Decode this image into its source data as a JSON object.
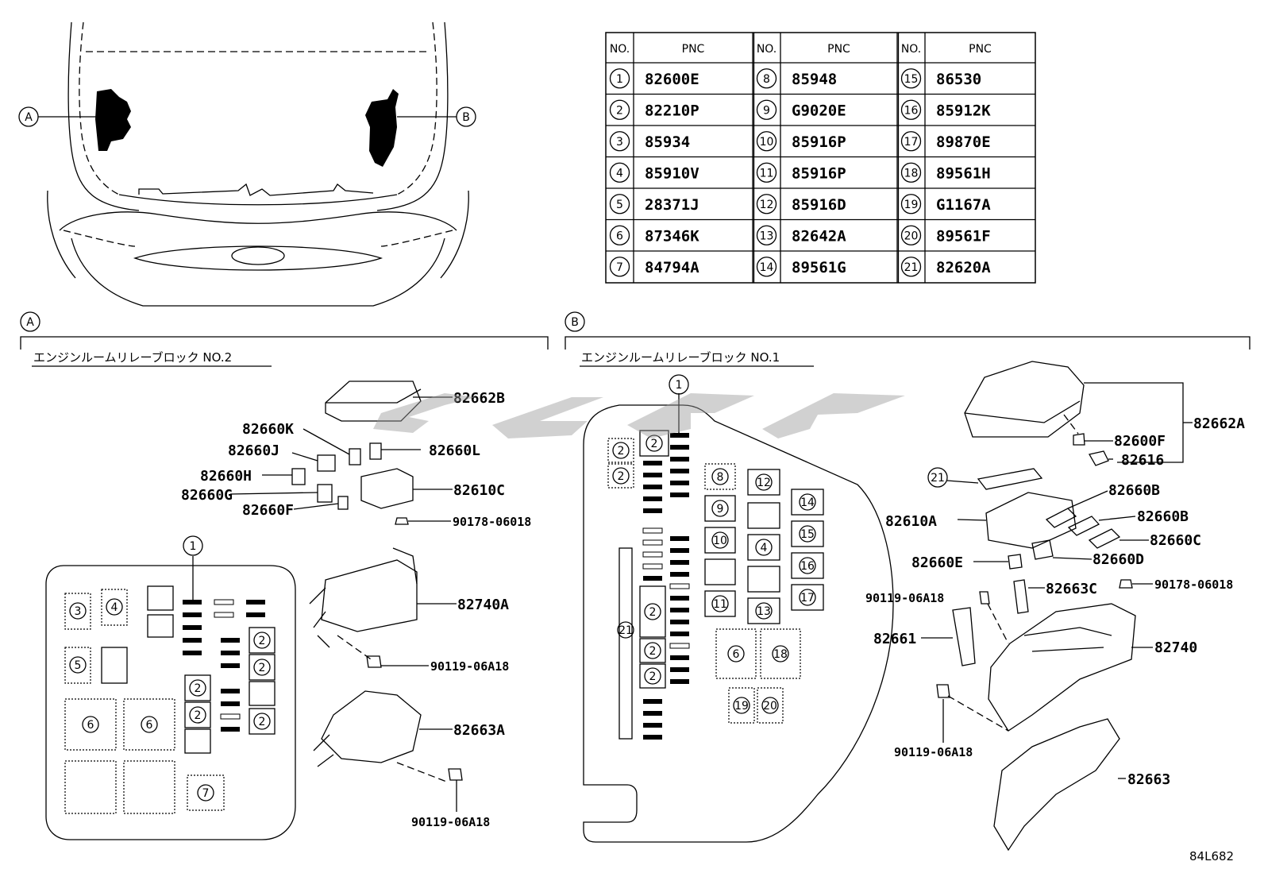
{
  "view_labels": {
    "a": "A",
    "b": "B"
  },
  "table": {
    "headers": [
      "NO.",
      "PNC",
      "NO.",
      "PNC",
      "NO.",
      "PNC"
    ],
    "rows": [
      [
        [
          "1",
          "82600E"
        ],
        [
          "8",
          "85948"
        ],
        [
          "15",
          "86530"
        ]
      ],
      [
        [
          "2",
          "82210P"
        ],
        [
          "9",
          "G9020E"
        ],
        [
          "16",
          "85912K"
        ]
      ],
      [
        [
          "3",
          "85934"
        ],
        [
          "10",
          "85916P"
        ],
        [
          "17",
          "89870E"
        ]
      ],
      [
        [
          "4",
          "85910V"
        ],
        [
          "11",
          "85916P"
        ],
        [
          "18",
          "89561H"
        ]
      ],
      [
        [
          "5",
          "28371J"
        ],
        [
          "12",
          "85916D"
        ],
        [
          "19",
          "G1167A"
        ]
      ],
      [
        [
          "6",
          "87346K"
        ],
        [
          "13",
          "82642A"
        ],
        [
          "20",
          "89561F"
        ]
      ],
      [
        [
          "7",
          "84794A"
        ],
        [
          "14",
          "89561G"
        ],
        [
          "21",
          "82620A"
        ]
      ]
    ]
  },
  "section_a": {
    "title": "エンジンルームリレーブロック NO.2",
    "parts": {
      "cover": "82662B",
      "k": "82660K",
      "l": "82660L",
      "j": "82660J",
      "h": "82660H",
      "c": "82610C",
      "g": "82660G",
      "f": "82660F",
      "bolt1": "90178-06018",
      "box": "82740A",
      "bolt2": "90119-06A18",
      "lower": "82663A",
      "bolt3": "90119-06A18"
    },
    "layout_nums": {
      "n1": "1",
      "n2": "2",
      "n3": "3",
      "n4": "4",
      "n5": "5",
      "n6": "6",
      "n7": "7"
    }
  },
  "section_b": {
    "title": "エンジンルームリレーブロック NO.1",
    "parts": {
      "cover": "82662A",
      "f600": "82600F",
      "p616": "82616",
      "b1": "82660B",
      "p610a": "82610A",
      "b2": "82660B",
      "c": "82660C",
      "e": "82660E",
      "d": "82660D",
      "bolt1": "90119-06A18",
      "p663c": "82663C",
      "bolt2": "90178-06018",
      "p661": "82661",
      "box": "82740",
      "bolt3": "90119-06A18",
      "lower": "82663"
    },
    "layout_nums": [
      "1",
      "2",
      "8",
      "9",
      "10",
      "11",
      "12",
      "4",
      "13",
      "14",
      "15",
      "16",
      "17",
      "6",
      "18",
      "19",
      "20",
      "21"
    ]
  },
  "diagram_code": "84L682"
}
